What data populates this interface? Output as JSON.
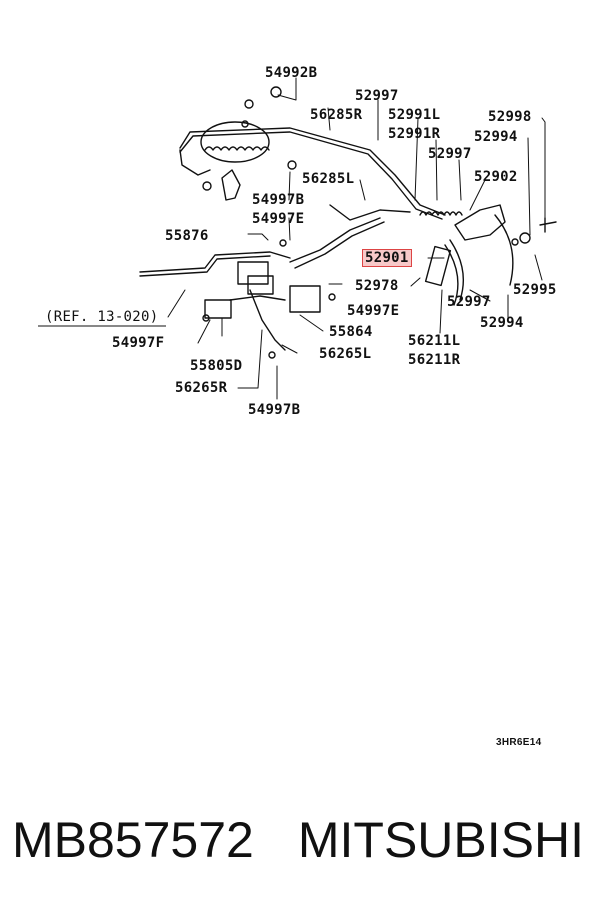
{
  "diagram": {
    "labels": {
      "l54992B": "54992B",
      "l52997_top": "52997",
      "l56285R": "56285R",
      "l52991L": "52991L",
      "l52991R": "52991R",
      "l52998": "52998",
      "l52994_top": "52994",
      "l52997_mid": "52997",
      "l52902": "52902",
      "l56285L": "56285L",
      "l54997B_top": "54997B",
      "l54997E_top": "54997E",
      "l55876": "55876",
      "l52901": "52901",
      "l52978": "52978",
      "l52995": "52995",
      "l52997_low": "52997",
      "l54997E_mid": "54997E",
      "l52994_low": "52994",
      "lref": "(REF. 13-020)",
      "l55864": "55864",
      "l56211L": "56211L",
      "l56211R": "56211R",
      "l54997F": "54997F",
      "l55805D": "55805D",
      "l56265L": "56265L",
      "l56265R": "56265R",
      "l54997B_bottom": "54997B",
      "code": "3HR6E14"
    },
    "highlighted_part": "52901",
    "highlight_color": "#f7c9c9"
  },
  "footer": {
    "part_number": "MB857572",
    "brand": "MITSUBISHI"
  }
}
